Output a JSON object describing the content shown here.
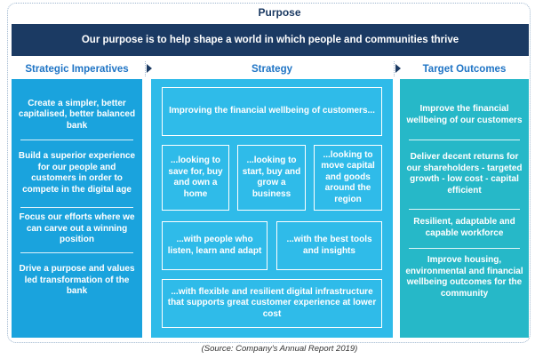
{
  "purpose": {
    "title": "Purpose",
    "statement": "Our purpose is to help shape a world in which people and communities thrive"
  },
  "columns": {
    "strategic_imperatives": "Strategic Imperatives",
    "strategy": "Strategy",
    "target_outcomes": "Target Outcomes"
  },
  "strategic_imperatives": [
    "Create a simpler, better capitalised, better balanced bank",
    "Build a superior experience for our people and customers in order to compete in the digital age",
    "Focus our efforts where we can carve out a winning position",
    "Drive a purpose and values led transformation of the bank"
  ],
  "strategy": {
    "top": "Improving the financial wellbeing of customers...",
    "row1": [
      "...looking to save for, buy and own a home",
      "...looking to start, buy and grow a business",
      "...looking to move capital and goods around the region"
    ],
    "row2": [
      "...with people who listen, learn and adapt",
      "...with the best tools and insights"
    ],
    "bottom": "...with flexible and resilient digital infrastructure that supports great customer experience at lower cost"
  },
  "target_outcomes": [
    "Improve the financial wellbeing of our customers",
    "Deliver decent returns for our shareholders - targeted growth - low cost - capital efficient",
    "Resilient, adaptable and capable workforce",
    "Improve housing, environmental and financial wellbeing outcomes for the community"
  ],
  "source": "(Source: Company's Annual Report 2019)",
  "colors": {
    "navy": "#1b3a63",
    "heading_blue": "#1e74c5",
    "left_panel": "#1aa3dd",
    "middle_panel": "#2fbbe9",
    "right_panel": "#26b8c8"
  }
}
